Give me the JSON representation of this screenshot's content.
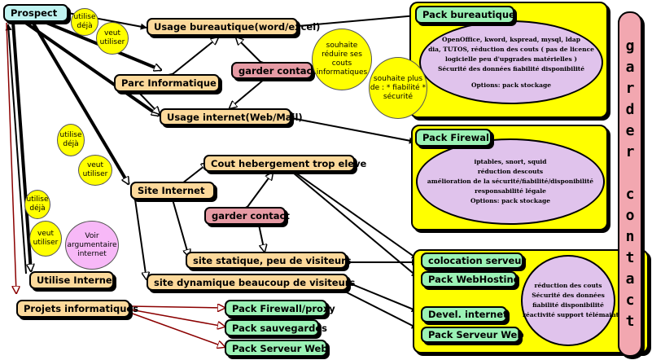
{
  "nodes": {
    "prospect": "Prospect",
    "usage_bureautique": "Usage bureautique(word/excel)",
    "parc_informatique": "Parc Informatique",
    "garder_contact_1": "garder contact",
    "usage_internet": "Usage internet(Web/Mail)",
    "cout_hebergement": "Cout hebergement trop eleve",
    "site_internet": "Site Internet",
    "garder_contact_2": "garder contact",
    "site_statique": "site statique, peu de visiteurs",
    "site_dynamique": "site dynamique beaucoup de visiteurs",
    "utilise_internet": "Utilise Internet",
    "projets_informatiques": "Projets informatiques",
    "pack_firewall_proxy": "Pack Firewall/proxy",
    "pack_sauvegardes": "Pack sauvegardes",
    "pack_serveur_web_bottom": "Pack Serveur Web"
  },
  "bubbles": {
    "b1a": "utilise déjà",
    "b1b": "veut utiliser",
    "b2a": "utilise déjà",
    "b2b": "veut utiliser",
    "b3a": "utilise déjà",
    "b3b": "veut utiliser",
    "reduire": "souhaite réduire ses couts informatiques",
    "fiabilite": "souhaite plus de : * fiabilité * sécurité",
    "argumentaire": "Voir argumentaire internet"
  },
  "packs": {
    "bureautique": {
      "title": "Pack bureautique",
      "lines": [
        "OpenOffice, kword, kspread, mysql, ldap",
        "dia, TUTOS, réduction des couts ( pas de licence",
        "logicielle peu d'upgrades matérielles )",
        "Sécurité des données fiabilité disponibilité",
        "",
        "Options: pack stockage"
      ]
    },
    "firewall": {
      "title": "Pack Firewall",
      "lines": [
        "iptables, snort, squid",
        "réduction descouts",
        "amélioration de la sécurité/fiabilité/disponibilité",
        "responsabilité légale",
        "Options: pack stockage"
      ]
    },
    "hosting": {
      "items": [
        "colocation serveur",
        "Pack WebHosting",
        "Devel. internet",
        "Pack Serveur Web"
      ],
      "lines": [
        "réduction des couts",
        "Sécurité des données",
        "fiabilité disponibilité",
        "réactivité support télémaintenance"
      ]
    }
  },
  "side_banner": [
    "g",
    "a",
    "r",
    "d",
    "e",
    "r",
    "",
    "c",
    "o",
    "n",
    "t",
    "a",
    "c",
    "t"
  ]
}
